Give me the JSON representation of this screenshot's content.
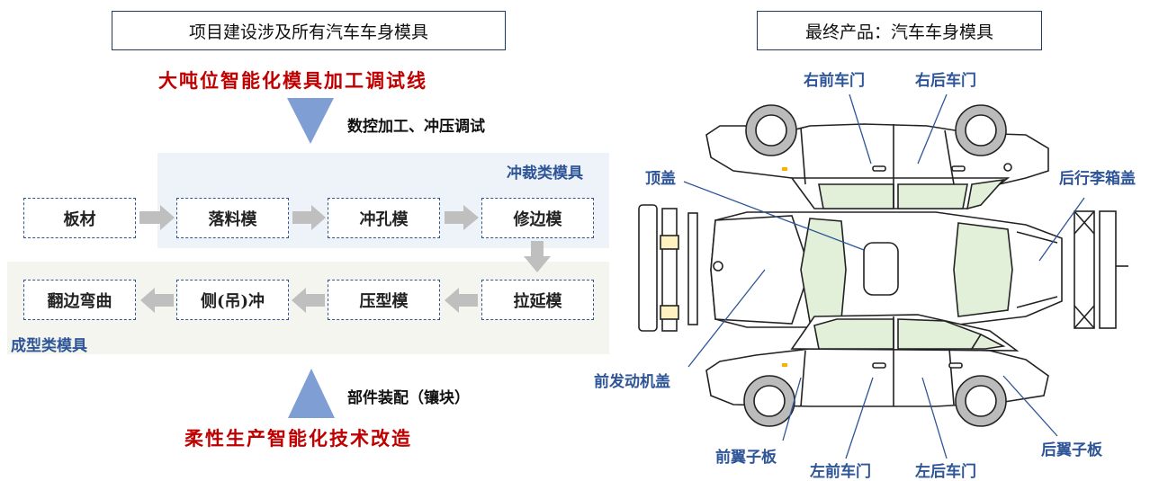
{
  "left": {
    "header": "项目建设涉及所有汽车车身模具",
    "top_red": "大吨位智能化模具加工调试线",
    "top_note": "数控加工、冲压调试",
    "punch_group": "冲裁类模具",
    "form_group": "成型类模具",
    "row1": [
      "板材",
      "落料模",
      "冲孔模",
      "修边模"
    ],
    "row2": [
      "翻边弯曲",
      "侧(吊)冲",
      "压型模",
      "拉延模"
    ],
    "bottom_note": "部件装配（镶块）",
    "bottom_red": "柔性生产智能化技术改造"
  },
  "right": {
    "header": "最终产品：汽车车身模具",
    "labels": {
      "right_front_door": "右前车门",
      "right_rear_door": "右后车门",
      "roof": "顶盖",
      "trunk_lid": "后行李箱盖",
      "hood": "前发动机盖",
      "front_fender": "前翼子板",
      "left_front_door": "左前车门",
      "left_rear_door": "左后车门",
      "rear_fender": "后翼子板"
    }
  },
  "colors": {
    "blue": "#2e5597",
    "red": "#c00000",
    "punch_bg": "#eef3fa",
    "form_bg": "#f3f5ee",
    "arrow_gray": "#bfbfbf",
    "triangle": "#7f9fd4"
  }
}
